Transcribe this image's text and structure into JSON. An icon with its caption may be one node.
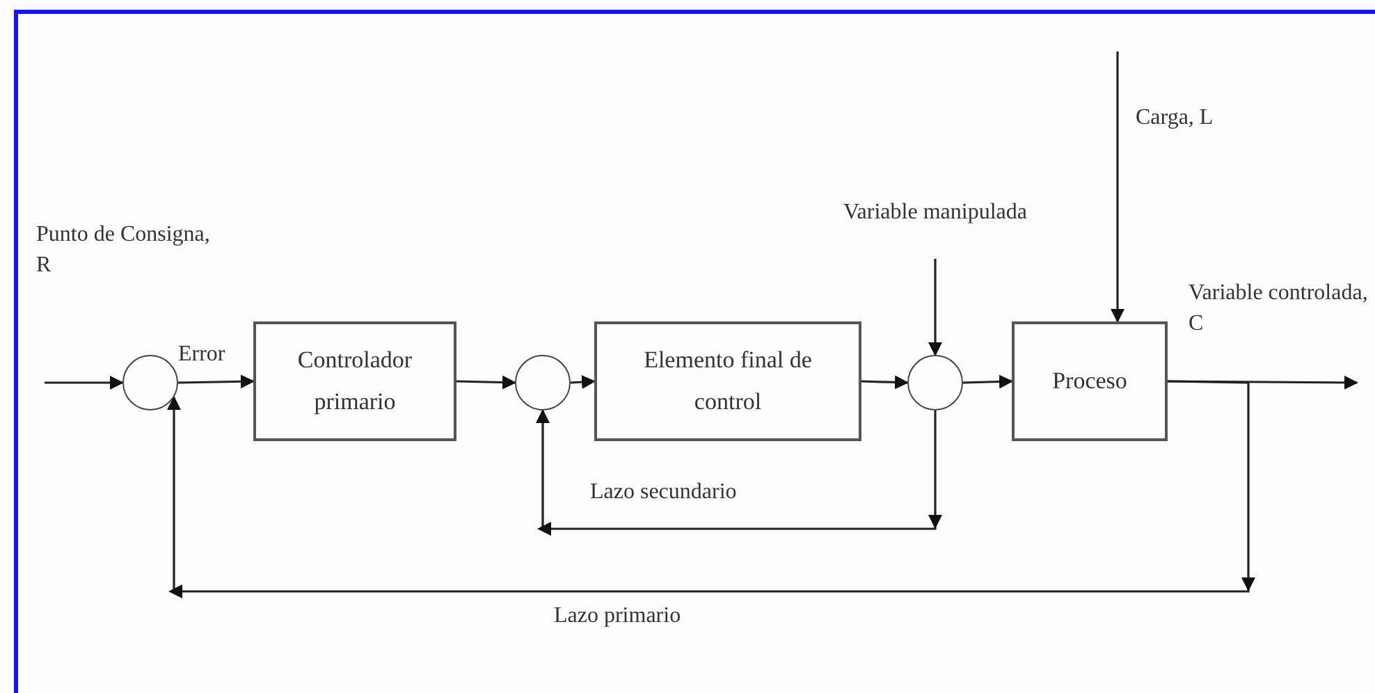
{
  "diagram": {
    "nodes": [
      {
        "text": [],
        "shape": "circle"
      },
      {
        "text": [
          "Controlador primario"
        ]
      },
      {
        "text": [],
        "shape": "circle"
      },
      {
        "text": [
          "Elemento final de control"
        ]
      },
      {
        "text": [],
        "shape": "circle"
      },
      {
        "text": [
          "Proceso"
        ]
      },
      {
        "text": [
          "Variable manipulada"
        ]
      }
    ],
    "edges": [
      {
        "from": null,
        "to": 0,
        "arrow": "to",
        "label": "Punto de Consigna, R"
      },
      {
        "from": 0,
        "to": 1,
        "arrow": "to",
        "label": "Error"
      },
      {
        "from": 1,
        "to": 2,
        "arrow": "to"
      },
      {
        "from": 2,
        "to": 3,
        "arrow": "to"
      },
      {
        "from": 3,
        "to": 4,
        "arrow": "to"
      },
      {
        "from": 4,
        "to": 5,
        "arrow": "to"
      },
      {
        "from": 6,
        "to": 4,
        "arrow": "to"
      },
      {
        "from": null,
        "to": 5,
        "arrow": "to",
        "label": "Carga, L"
      },
      {
        "from": 5,
        "to": null,
        "arrow": "to",
        "label": "Variable controlada, C"
      },
      {
        "from": 4,
        "to": 2,
        "arrow": "to",
        "label": "Lazo secundario"
      },
      {
        "from": 5,
        "to": 0,
        "arrow": "to",
        "label": "Lazo primario"
      }
    ]
  }
}
